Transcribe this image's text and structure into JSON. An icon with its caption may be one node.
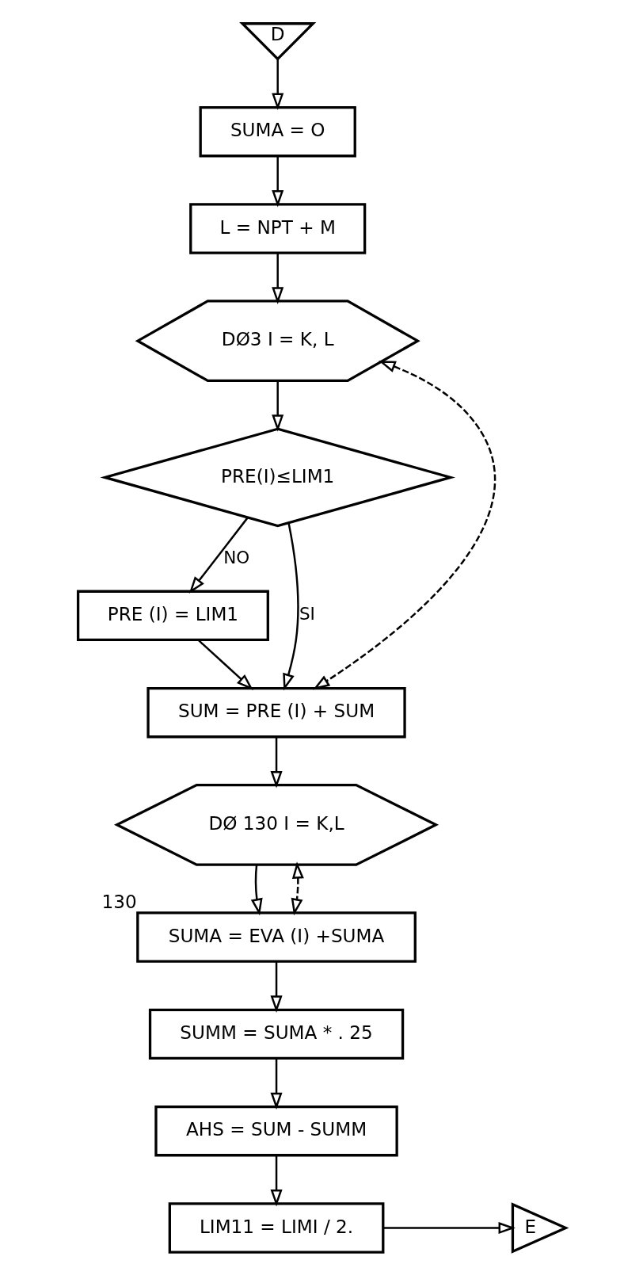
{
  "diagram": {
    "nodes": [
      {
        "text": [
          "D"
        ]
      },
      {
        "text": [
          "SUMA = O"
        ]
      },
      {
        "text": [
          "L = NPT + M"
        ]
      },
      {
        "text": [
          "DØ3 I = K, L"
        ]
      },
      {
        "text": [
          "PRE(I)≤LIM1"
        ]
      },
      {
        "text": [
          "PRE (I) = LIM1"
        ]
      },
      {
        "text": [
          "SUM = PRE (I) + SUM"
        ]
      },
      {
        "text": [
          "DØ 130 I = K,L"
        ]
      },
      {
        "text": [
          "SUMA = EVA (I) +SUMA"
        ],
        "beside": [
          "130"
        ]
      },
      {
        "text": [
          "SUMM = SUMA * . 25"
        ]
      },
      {
        "text": [
          "AHS = SUM - SUMM"
        ]
      },
      {
        "text": [
          "LIM11 = LIMI / 2."
        ]
      },
      {
        "text": [
          "E"
        ]
      }
    ],
    "edges": [
      {
        "from": 0,
        "to": 1,
        "arrow": "to"
      },
      {
        "from": 1,
        "to": 2,
        "arrow": "to"
      },
      {
        "from": 2,
        "to": 3,
        "arrow": "to"
      },
      {
        "from": 3,
        "to": 4,
        "arrow": "to"
      },
      {
        "from": 4,
        "to": 5,
        "arrow": "to",
        "label": "NO"
      },
      {
        "from": 4,
        "to": 6,
        "arrow": "to",
        "label": "SI"
      },
      {
        "from": 5,
        "to": 6,
        "arrow": "to"
      },
      {
        "from": 3,
        "to": 6,
        "arrow": "both",
        "style": "dashed"
      },
      {
        "from": 6,
        "to": 7,
        "arrow": "to"
      },
      {
        "from": 7,
        "to": 8,
        "arrow": "to"
      },
      {
        "from": 7,
        "to": 8,
        "arrow": "both",
        "style": "dashed"
      },
      {
        "from": 8,
        "to": 9,
        "arrow": "to"
      },
      {
        "from": 9,
        "to": 10,
        "arrow": "to"
      },
      {
        "from": 10,
        "to": 11,
        "arrow": "to"
      },
      {
        "from": 11,
        "to": 12,
        "arrow": "to"
      }
    ]
  }
}
